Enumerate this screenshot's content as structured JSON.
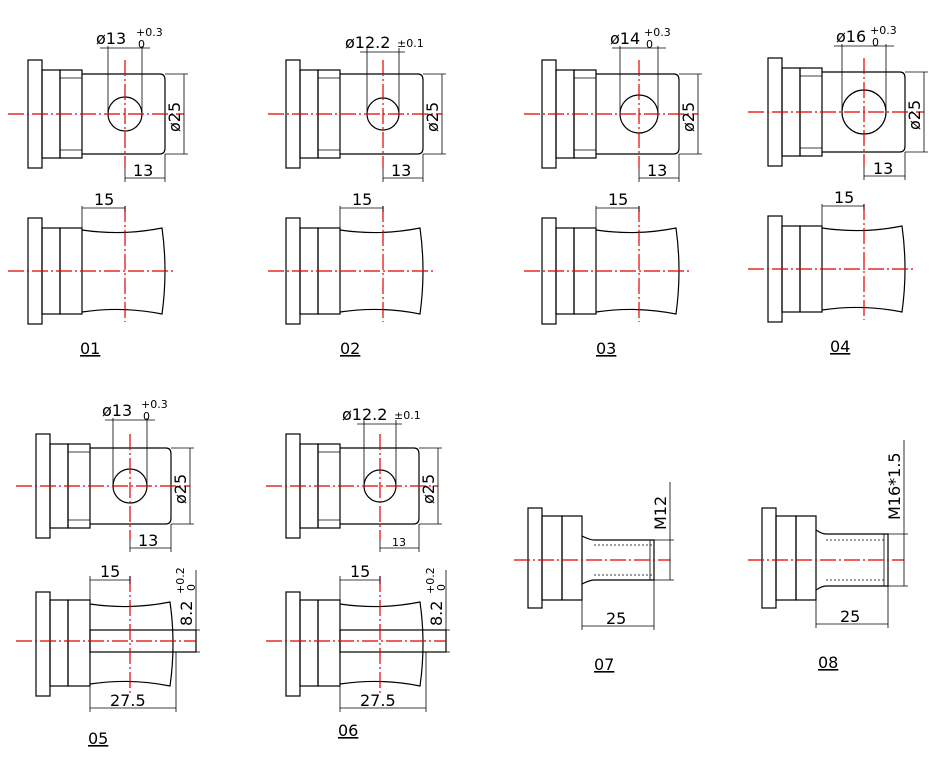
{
  "colors": {
    "outline": "#000000",
    "centerline": "#e00000",
    "background": "#ffffff"
  },
  "parts": [
    {
      "id": "01",
      "hole_dia": "ø13",
      "hole_tol_upper": "+0.3",
      "hole_tol_lower": "0",
      "body_dia": "ø25",
      "hole_pos": "13",
      "flat_pos": "15"
    },
    {
      "id": "02",
      "hole_dia": "ø12.2",
      "hole_tol_sym": "±0.1",
      "body_dia": "ø25",
      "hole_pos": "13",
      "flat_pos": "15"
    },
    {
      "id": "03",
      "hole_dia": "ø14",
      "hole_tol_upper": "+0.3",
      "hole_tol_lower": "0",
      "body_dia": "ø25",
      "hole_pos": "13",
      "flat_pos": "15"
    },
    {
      "id": "04",
      "hole_dia": "ø16",
      "hole_tol_upper": "+0.3",
      "hole_tol_lower": "0",
      "body_dia": "ø25",
      "hole_pos": "13",
      "flat_pos": "15"
    },
    {
      "id": "05",
      "hole_dia": "ø13",
      "hole_tol_upper": "+0.3",
      "hole_tol_lower": "0",
      "body_dia": "ø25",
      "hole_pos": "13",
      "flat_pos": "15",
      "slot_width": "8.2",
      "slot_tol_upper": "+0.2",
      "slot_tol_lower": "0",
      "slot_length": "27.5"
    },
    {
      "id": "06",
      "hole_dia": "ø12.2",
      "hole_tol_sym": "±0.1",
      "body_dia": "ø25",
      "hole_pos": "13",
      "flat_pos": "15",
      "slot_width": "8.2",
      "slot_tol_upper": "+0.2",
      "slot_tol_lower": "0",
      "slot_length": "27.5"
    },
    {
      "id": "07",
      "thread": "M12",
      "length": "25"
    },
    {
      "id": "08",
      "thread": "M16*1.5",
      "length": "25"
    }
  ]
}
